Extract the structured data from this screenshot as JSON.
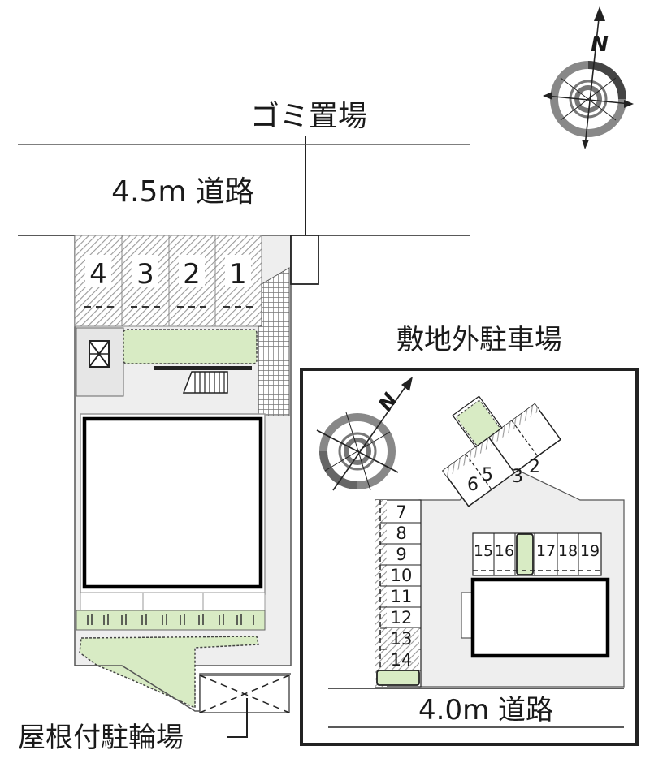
{
  "labels": {
    "garbage": "ゴミ置場",
    "road_main": "4.5m 道路",
    "offsite_parking": "敷地外駐車場",
    "road_offsite": "4.0m 道路",
    "covered_bicycle": "屋根付駐輪場"
  },
  "compass": {
    "north_letter": "N"
  },
  "main_parking": [
    "4",
    "3",
    "2",
    "1"
  ],
  "offsite_spots": {
    "angled": [
      "6",
      "5",
      "3",
      "2"
    ],
    "column": [
      "7",
      "8",
      "9",
      "10",
      "11",
      "12",
      "13",
      "14"
    ],
    "row": [
      "15",
      "16",
      "17",
      "18",
      "19"
    ]
  },
  "colors": {
    "green": "#d8ebc4",
    "grey_fill": "#eeeeee",
    "line": "#222222",
    "building_border": "#000000"
  }
}
